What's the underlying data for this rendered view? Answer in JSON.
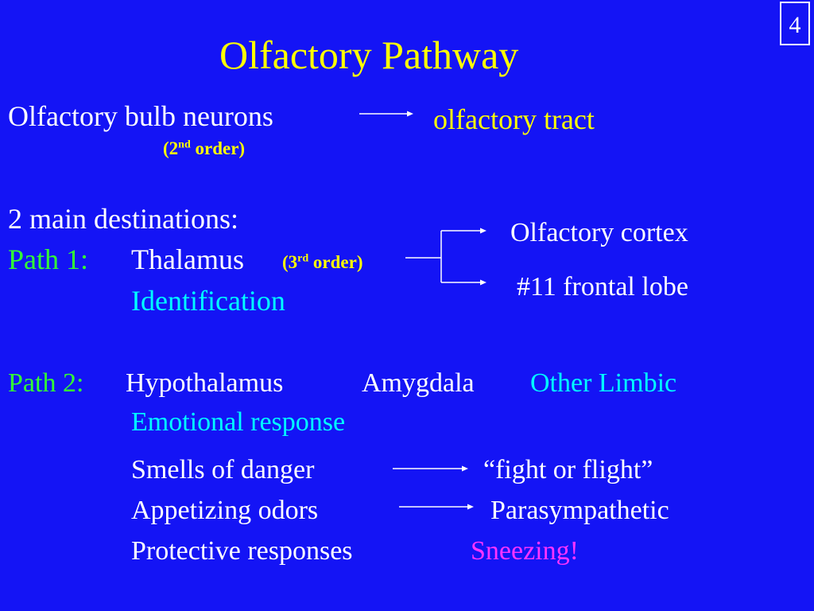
{
  "slide_number": "4",
  "title": "Olfactory Pathway",
  "bulb": {
    "label": "Olfactory bulb neurons",
    "order_open": "(2",
    "order_sup": "nd",
    "order_close": " order)",
    "target": "olfactory tract"
  },
  "destinations_heading": "2 main destinations:",
  "path1": {
    "label": "Path 1:",
    "thalamus": "Thalamus",
    "order_open": "(3",
    "order_sup": "rd",
    "order_close": " order)",
    "identification": "Identification",
    "branch_top": "Olfactory cortex",
    "branch_bottom": "#11 frontal lobe"
  },
  "path2": {
    "label": "Path 2:",
    "hypothalamus": "Hypothalamus",
    "amygdala": "Amygdala",
    "other_limbic": "Other Limbic",
    "emotional": "Emotional response"
  },
  "responses": [
    {
      "stimulus": "Smells of danger",
      "result": "“fight or flight”"
    },
    {
      "stimulus": "Appetizing odors",
      "result": "Parasympathetic"
    },
    {
      "stimulus": "Protective responses",
      "result": "Sneezing!"
    }
  ],
  "colors": {
    "background": "#1414f5",
    "title": "#ffff00",
    "path_label": "#33ff33",
    "cyan_text": "#00ffff",
    "sneezing": "#ff33ff"
  }
}
